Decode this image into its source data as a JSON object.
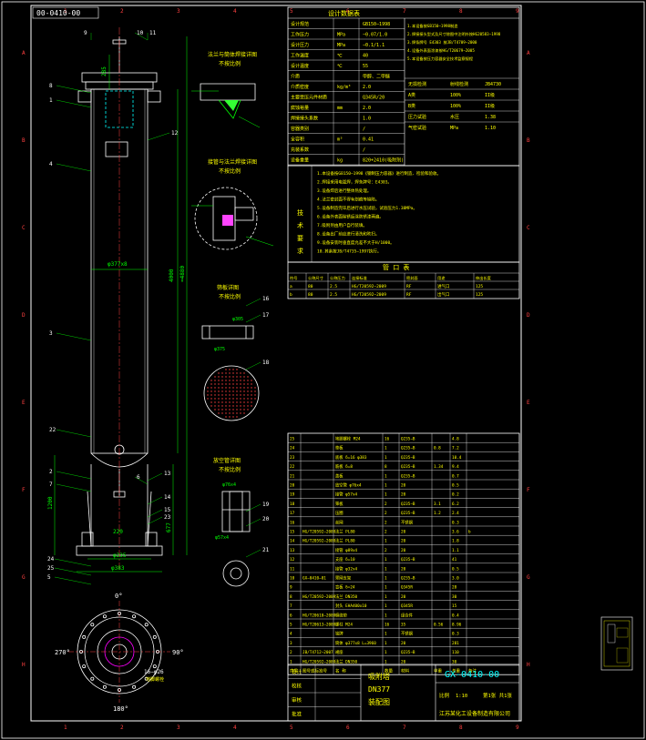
{
  "drawing": {
    "top_code": "00-0410-00",
    "sheet_code": "GX-0410-00",
    "title_line1": "吸附塔",
    "title_line2": "DN377",
    "title_line3": "装配图",
    "company": "江苏某化工设备制造有限公司"
  },
  "grid": {
    "cols": [
      "1",
      "2",
      "3",
      "4",
      "5",
      "6",
      "7",
      "8",
      "9"
    ],
    "rows": [
      "A",
      "B",
      "C",
      "D",
      "E",
      "F",
      "G",
      "H"
    ]
  },
  "main_view": {
    "dim_diameter": "φ377x8",
    "dim_height": "4000",
    "dim_total": "≈4880",
    "dim_base": "φ383",
    "dim_base2": "φ235",
    "dim_leg": "677",
    "dim_1200": "1200",
    "dim_285": "285",
    "dim_220": "220",
    "callouts": [
      "9",
      "10",
      "11",
      "8",
      "1",
      "12",
      "4",
      "3",
      "22",
      "2",
      "7",
      "13",
      "14",
      "15",
      "23",
      "24",
      "25",
      "5",
      "6"
    ]
  },
  "bottom_view": {
    "angle_0": "0°",
    "angle_90": "90°",
    "angle_180": "180°",
    "angle_270": "270°",
    "note_bolts": "16−φ26",
    "note_sub": "地脚螺栓"
  },
  "details": {
    "d1_title": "法兰与筒体焊接详图",
    "d1_sub": "不按比例",
    "d2_title": "接管与法兰焊接详图",
    "d2_sub": "不按比例",
    "d3_title": "筛板详图",
    "d3_sub": "不按比例",
    "d4_title": "放空管详图",
    "d4_sub": "不按比例",
    "d3_dim1": "φ375",
    "d3_dim2": "φ305",
    "d4_dim1": "φ76x4",
    "d4_dim2": "φ57x4",
    "callouts": [
      "16",
      "17",
      "18",
      "19",
      "20",
      "21"
    ]
  },
  "design_table": {
    "title": "设计数据表",
    "rows": [
      [
        "设计规范",
        "",
        "GB150−1998"
      ],
      [
        "工作压力",
        "MPa",
        "−0.07/1.0"
      ],
      [
        "设计压力",
        "MPa",
        "−0.1/1.1"
      ],
      [
        "工作温度",
        "℃",
        "40"
      ],
      [
        "设计温度",
        "℃",
        "55"
      ],
      [
        "介质",
        "",
        "甲醇、二甲醚"
      ],
      [
        "介质密度",
        "kg/m³",
        "2.0"
      ],
      [
        "主要受压元件材质",
        "",
        "Q345R/20"
      ],
      [
        "腐蚀裕量",
        "mm",
        "2.0"
      ],
      [
        "焊接接头系数",
        "",
        "1.0"
      ],
      [
        "容器类别",
        "",
        "/"
      ],
      [
        "全容积",
        "m³",
        "0.41"
      ],
      [
        "充装系数",
        "",
        "/"
      ],
      [
        "设备重量",
        "kg",
        "820+2410(吸附剂)"
      ]
    ],
    "right_notes": [
      "1.本设备按GB150−1998制造",
      "2.焊接接头型式及尺寸除图中注明外按HG20583−1998",
      "3.焊条牌号 E4303 按JB/T4709−2000",
      "4.设备外表面涂漆按HG/T20679−2005",
      "5.本设备按压力容器安全技术监察规程"
    ],
    "check_rows": [
      [
        "无损检测",
        "射线检测",
        "JB4730"
      ],
      [
        "A类",
        "100%",
        "II级"
      ],
      [
        "B类",
        "100%",
        "II级"
      ],
      [
        "压力试验",
        "水压",
        "1.38"
      ],
      [
        "气密试验",
        "MPa",
        "1.10"
      ]
    ]
  },
  "tech_notes": {
    "label": "技术要求",
    "lines": [
      "1.本设备按GB150−1998《钢制压力容器》进行制造、检验和验收。",
      "2.焊接采用电弧焊，焊条牌号：E4303。",
      "3.设备焊后进行整体热处理。",
      "4.法兰密封面不得有划痕等缺陷。",
      "5.设备制造完毕后进行水压试验，试验压力1.38MPa。",
      "6.设备外表面除锈后涂防锈漆两遍。",
      "7.吸附剂由用户自行装填。",
      "8.设备出厂前应进行清洗和吹扫。",
      "9.设备安装时垂直度允差不大于H/1000。",
      "10.其余按JB/T4735−1997执行。"
    ]
  },
  "nozzle_table": {
    "title": "管 口 表",
    "headers": [
      "符号",
      "公称尺寸",
      "公称压力",
      "连接标准",
      "密封面",
      "用途",
      "伸出长度"
    ],
    "rows": [
      [
        "a",
        "80",
        "2.5",
        "HG/T20592−2009",
        "RF",
        "进气口",
        "125"
      ],
      [
        "b",
        "80",
        "2.5",
        "HG/T20592−2009",
        "RF",
        "出气口",
        "125"
      ]
    ]
  },
  "parts_table": {
    "headers": [
      "序号",
      "图号或标准号",
      "名 称",
      "数量",
      "材料",
      "单重",
      "总重",
      "备注"
    ],
    "rows": [
      [
        "25",
        "",
        "地脚螺栓 M24",
        "16",
        "Q235−B",
        "",
        "4.8",
        ""
      ],
      [
        "24",
        "",
        "垫板",
        "1",
        "Q235−B",
        "0.8",
        "7.2",
        ""
      ],
      [
        "23",
        "",
        "底板 δ=16 φ383",
        "1",
        "Q235−B",
        "",
        "10.4",
        ""
      ],
      [
        "22",
        "",
        "筋板 δ=8",
        "8",
        "Q235−B",
        "1.34",
        "9.4",
        ""
      ],
      [
        "21",
        "",
        "盖板",
        "1",
        "Q235−B",
        "",
        "0.7",
        ""
      ],
      [
        "20",
        "",
        "放空管 φ76x4",
        "1",
        "20",
        "",
        "0.5",
        ""
      ],
      [
        "19",
        "",
        "接管 φ57x4",
        "1",
        "20",
        "",
        "0.2",
        ""
      ],
      [
        "18",
        "",
        "筛板",
        "2",
        "Q235−B",
        "3.1",
        "6.2",
        ""
      ],
      [
        "17",
        "",
        "压圈",
        "2",
        "Q235−B",
        "1.2",
        "2.4",
        ""
      ],
      [
        "16",
        "",
        "丝网",
        "2",
        "不锈钢",
        "",
        "0.3",
        ""
      ],
      [
        "15",
        "HG/T20592−2009",
        "法兰 PL80",
        "2",
        "20",
        "",
        "3.6",
        "b"
      ],
      [
        "14",
        "HG/T20592−2009",
        "法兰 PL80",
        "1",
        "20",
        "",
        "1.8",
        ""
      ],
      [
        "13",
        "",
        "接管 φ89x4",
        "2",
        "20",
        "",
        "1.1",
        ""
      ],
      [
        "12",
        "",
        "支座 δ=10",
        "1",
        "Q235−B",
        "",
        "41",
        ""
      ],
      [
        "11",
        "",
        "接管 φ32x4",
        "1",
        "20",
        "",
        "0.5",
        ""
      ],
      [
        "10",
        "GX−0410−01",
        "筛网支架",
        "1",
        "Q235−B",
        "",
        "3.0",
        ""
      ],
      [
        "9",
        "",
        "盲板 δ=24",
        "1",
        "Q345R",
        "",
        "28",
        ""
      ],
      [
        "8",
        "HG/T20592−2009",
        "法兰 DN350",
        "1",
        "20",
        "",
        "30",
        ""
      ],
      [
        "7",
        "",
        "封头 EHA400x10",
        "1",
        "Q345R",
        "",
        "15",
        ""
      ],
      [
        "6",
        "HG/T20610−2009",
        "缠绕垫",
        "1",
        "组合件",
        "",
        "0.4",
        ""
      ],
      [
        "5",
        "HG/T20613−2009",
        "螺柱 M24",
        "16",
        "35",
        "0.56",
        "8.96",
        ""
      ],
      [
        "4",
        "",
        "铭牌",
        "1",
        "不锈钢",
        "",
        "0.3",
        ""
      ],
      [
        "3",
        "",
        "筒体 φ377x8 L=3960",
        "1",
        "20",
        "",
        "281",
        ""
      ],
      [
        "2",
        "JB/T4712−2007",
        "裙座",
        "1",
        "Q235−B",
        "",
        "110",
        ""
      ],
      [
        "1",
        "HG/T20592−2009",
        "法兰 DN350",
        "1",
        "20",
        "",
        "30",
        ""
      ]
    ]
  },
  "title_block": {
    "rows": [
      [
        "设计",
        ""
      ],
      [
        "校核",
        ""
      ],
      [
        "审核",
        ""
      ],
      [
        "批准",
        ""
      ]
    ],
    "scale_label": "比例",
    "scale": "1:10",
    "sheet_label": "第1张 共1张"
  },
  "colors": {
    "frame": "#ffffff",
    "text": "#ffff00",
    "line_white": "#ffffff",
    "line_green": "#00ff00",
    "line_cyan": "#00ffff",
    "line_magenta": "#ff00ff",
    "line_red": "#ff4040",
    "line_blue": "#3a6cff"
  }
}
